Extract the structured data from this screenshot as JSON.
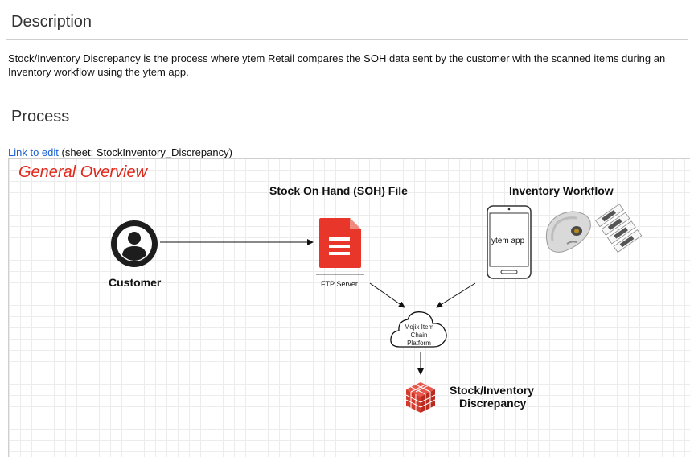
{
  "description": {
    "heading": "Description",
    "text": "Stock/Inventory Discrepancy is the process where ytem Retail compares the SOH data sent by the customer with the scanned items during an Inventory workflow using the ytem app."
  },
  "process": {
    "heading": "Process",
    "link_text": "Link to edit",
    "link_suffix": " (sheet: StockInventory_Discrepancy)"
  },
  "diagram": {
    "overview_title": "General Overview",
    "customer_label": "Customer",
    "soh_title": "Stock On Hand (SOH) File",
    "ftp_label": "FTP Server",
    "inventory_title": "Inventory Workflow",
    "phone_text": "ytem app",
    "cloud_lines": [
      "Mojix Item",
      "Chain",
      "Platform"
    ],
    "result_line1": "Stock/Inventory",
    "result_line2": "Discrepancy",
    "colors": {
      "overview": "#e0281b",
      "doc_icon": "#e8372a",
      "cube_icon": "#d83a2a",
      "link": "#1a5fd0"
    }
  }
}
